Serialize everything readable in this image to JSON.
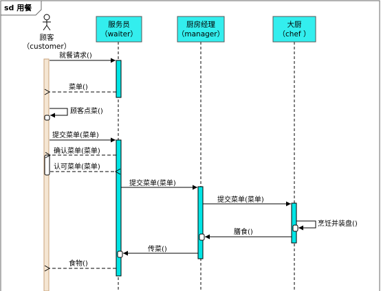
{
  "frame": {
    "title": "sd 用餐"
  },
  "participants": [
    {
      "name": "顾客",
      "role": "（customer）",
      "kind": "actor"
    },
    {
      "name": "服务员",
      "role": "（waiter）",
      "kind": "box"
    },
    {
      "name": "厨房经理",
      "role": "（manager）",
      "kind": "box"
    },
    {
      "name": "大厨",
      "role": "（chef ）",
      "kind": "box"
    }
  ],
  "messages": [
    {
      "text": "就餐请求()",
      "type": "sync"
    },
    {
      "text": "菜单()",
      "type": "return"
    },
    {
      "text": "顾客点菜()",
      "type": "self"
    },
    {
      "text": "提交菜单(菜单)",
      "type": "sync"
    },
    {
      "text": "确认菜单(菜单)",
      "type": "return"
    },
    {
      "text": "认可菜单(菜单)",
      "type": "return"
    },
    {
      "text": "提交菜单(菜单)",
      "type": "sync"
    },
    {
      "text": "提交菜单(菜单)",
      "type": "sync"
    },
    {
      "text": "烹饪并装盘()",
      "type": "self"
    },
    {
      "text": "膳食()",
      "type": "reply"
    },
    {
      "text": "传菜()",
      "type": "reply"
    },
    {
      "text": "食物()",
      "type": "return"
    }
  ],
  "colors": {
    "participant_fill": "#33eeee",
    "activation_fill": "#00e5e5",
    "actor_activation_fill": "#f5e6d3",
    "actor_activation_stroke": "#c8a27a",
    "frame_stroke": "#666666",
    "line": "#000000"
  }
}
